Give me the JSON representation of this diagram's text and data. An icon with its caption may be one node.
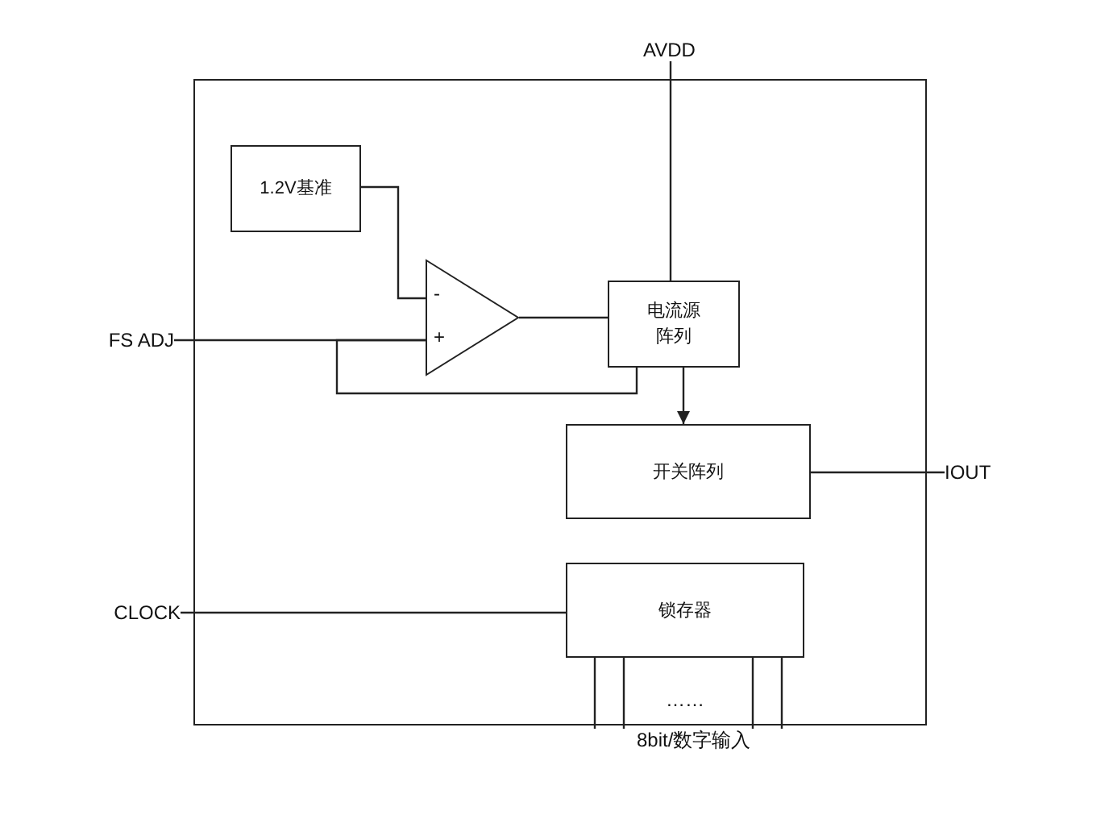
{
  "diagram": {
    "nodes": [
      {
        "text": [],
        "shape": "box"
      },
      {
        "text": [
          "1.2V基准"
        ],
        "in": 0
      },
      {
        "text": [
          "-",
          "+"
        ],
        "in": 0
      },
      {
        "text": [
          "电流源阵列"
        ],
        "in": 0
      },
      {
        "text": [
          "开关阵列"
        ],
        "in": 0
      },
      {
        "text": [
          "锁存器"
        ],
        "in": 0
      },
      {
        "text": [
          "AVDD"
        ]
      },
      {
        "text": [
          "FS ADJ"
        ]
      },
      {
        "text": [
          "IOUT"
        ]
      },
      {
        "text": [
          "CLOCK"
        ]
      },
      {
        "text": [
          "8bit/数字输入"
        ]
      }
    ],
    "edges": [
      {
        "from": 6,
        "to": 3,
        "arrow": "none"
      },
      {
        "from": 7,
        "to": 2,
        "arrow": "none"
      },
      {
        "from": 3,
        "to": 2,
        "arrow": "none"
      },
      {
        "from": 1,
        "to": 2,
        "arrow": "none"
      },
      {
        "from": 2,
        "to": 3,
        "arrow": "none"
      },
      {
        "from": 3,
        "to": 4,
        "arrow": "to"
      },
      {
        "from": 4,
        "to": 8,
        "arrow": "none"
      },
      {
        "from": 9,
        "to": 5,
        "arrow": "none"
      },
      {
        "from": 10,
        "to": 5,
        "arrow": "none"
      },
      {
        "from": 10,
        "to": 5,
        "arrow": "none"
      },
      {
        "from": 10,
        "to": 5,
        "arrow": "none"
      },
      {
        "from": 10,
        "to": 5,
        "arrow": "none"
      }
    ],
    "labels": [
      "……"
    ]
  }
}
